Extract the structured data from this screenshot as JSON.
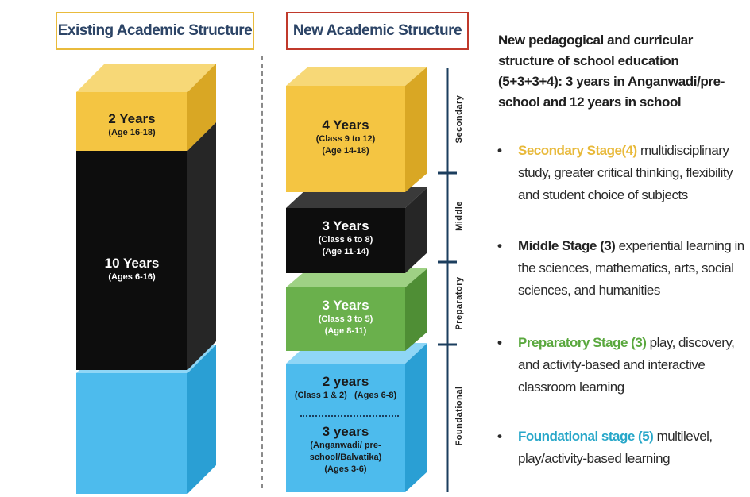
{
  "headers": {
    "existing": "Existing Academic Structure",
    "new": "New Academic Structure"
  },
  "existing_blocks": [
    {
      "years": "2 Years",
      "detail": "(Age 16-18)",
      "color": "#f4c542"
    },
    {
      "years": "10 Years",
      "detail": "(Ages 6-16)",
      "color": "#0d0d0d"
    },
    {
      "years": "",
      "detail": "",
      "color": "#4dbbed"
    }
  ],
  "new_blocks": [
    {
      "years": "4 Years",
      "detail1": "(Class 9 to 12)",
      "detail2": "(Age 14-18)",
      "color": "#f4c542"
    },
    {
      "years": "3 Years",
      "detail1": "(Class 6 to 8)",
      "detail2": "(Age 11-14)",
      "color": "#0d0d0d"
    },
    {
      "years": "3 Years",
      "detail1": "(Class 3 to 5)",
      "detail2": "(Age 8-11)",
      "color": "#6ab04c"
    },
    {
      "years": "2 years",
      "detail1": "(Class 1 & 2)   (Ages 6-8)",
      "years2": "3 years",
      "detail2": "(Anganwadi/ pre-",
      "detail3": "school/Balvatika)",
      "detail4": "(Ages 3-6)",
      "color": "#4dbbed"
    }
  ],
  "stage_labels": {
    "secondary": "Secondary",
    "middle": "Middle",
    "preparatory": "Preparatory",
    "foundational": "Foundational"
  },
  "intro_text": "New pedagogical and curricular structure of school education (5+3+3+4): 3 years in Anganwadi/pre-school and 12 years in school",
  "bullets": [
    {
      "stage": "Secondary Stage(4)",
      "text": " multidisciplinary study, greater critical thinking, flexibility and student choice of subjects",
      "color": "#e8b93a"
    },
    {
      "stage": "Middle Stage (3)",
      "text": " experiential learning in the sciences, mathematics, arts, social sciences, and humanities",
      "color": "#222222"
    },
    {
      "stage": "Preparatory Stage (3)",
      "text": "  play, discovery, and activity-based and interactive classroom learning",
      "color": "#5aa83e"
    },
    {
      "stage": "Foundational stage (5)",
      "text": " multilevel, play/activity-based learning",
      "color": "#27a7c9"
    }
  ]
}
